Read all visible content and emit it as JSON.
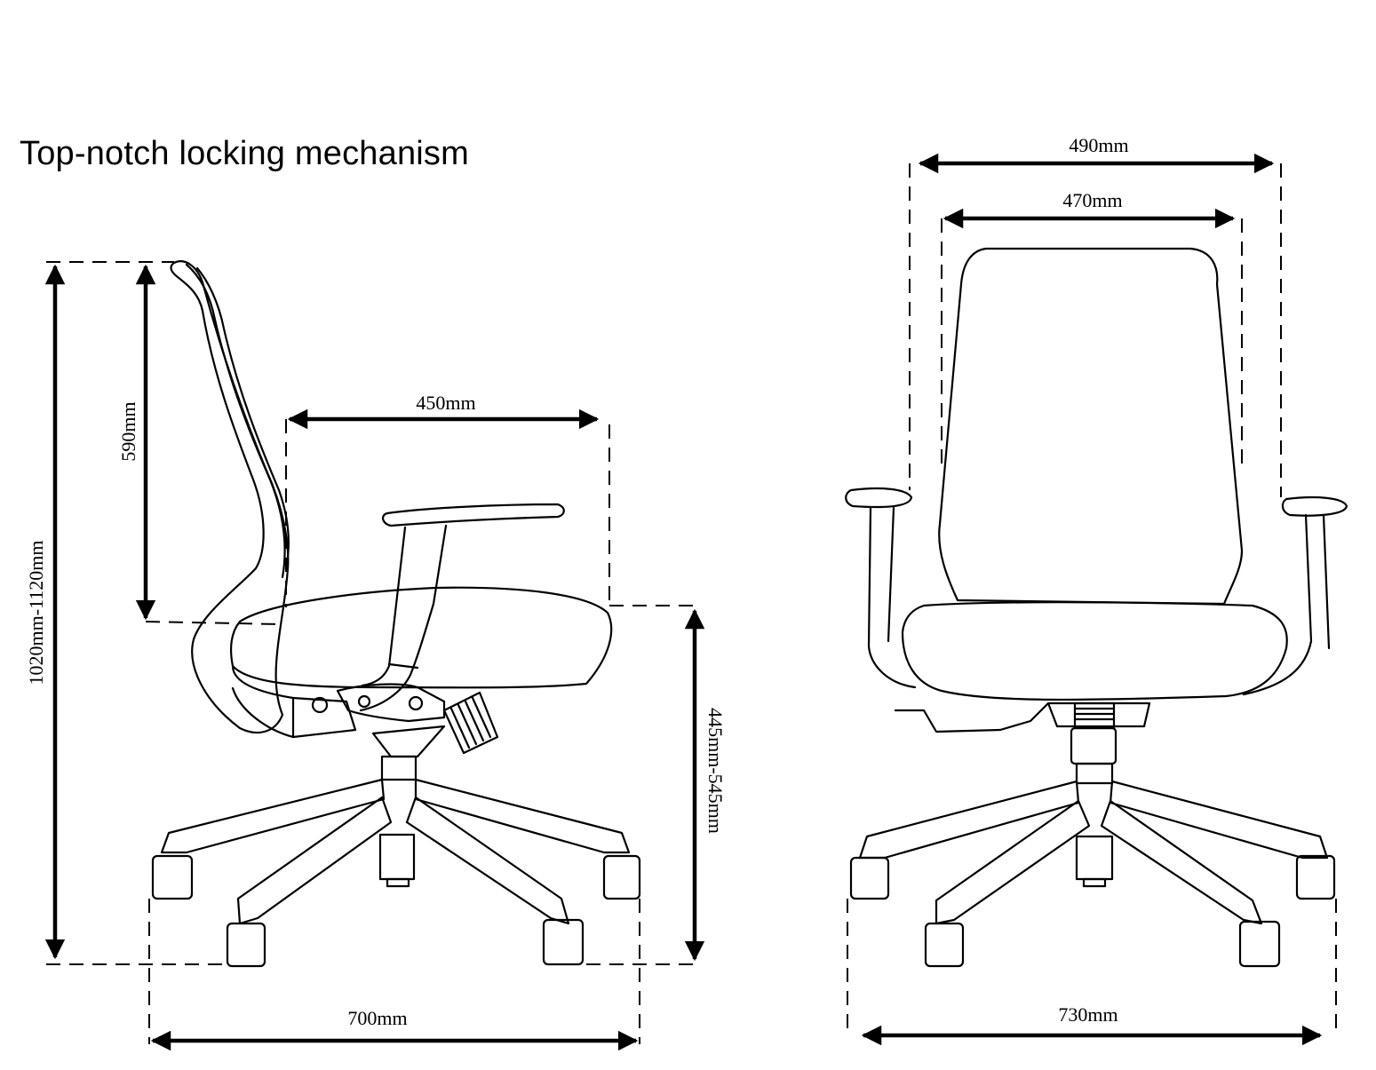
{
  "title": "Top-notch locking mechanism",
  "side_view": {
    "overall_height": "1020mm-1120mm",
    "backrest_height": "590mm",
    "seat_depth": "450mm",
    "seat_height": "445mm-545mm",
    "base_depth": "700mm"
  },
  "front_view": {
    "overall_width": "490mm",
    "backrest_width": "470mm",
    "base_width": "730mm"
  },
  "colors": {
    "line": "#000000",
    "background": "#ffffff"
  }
}
